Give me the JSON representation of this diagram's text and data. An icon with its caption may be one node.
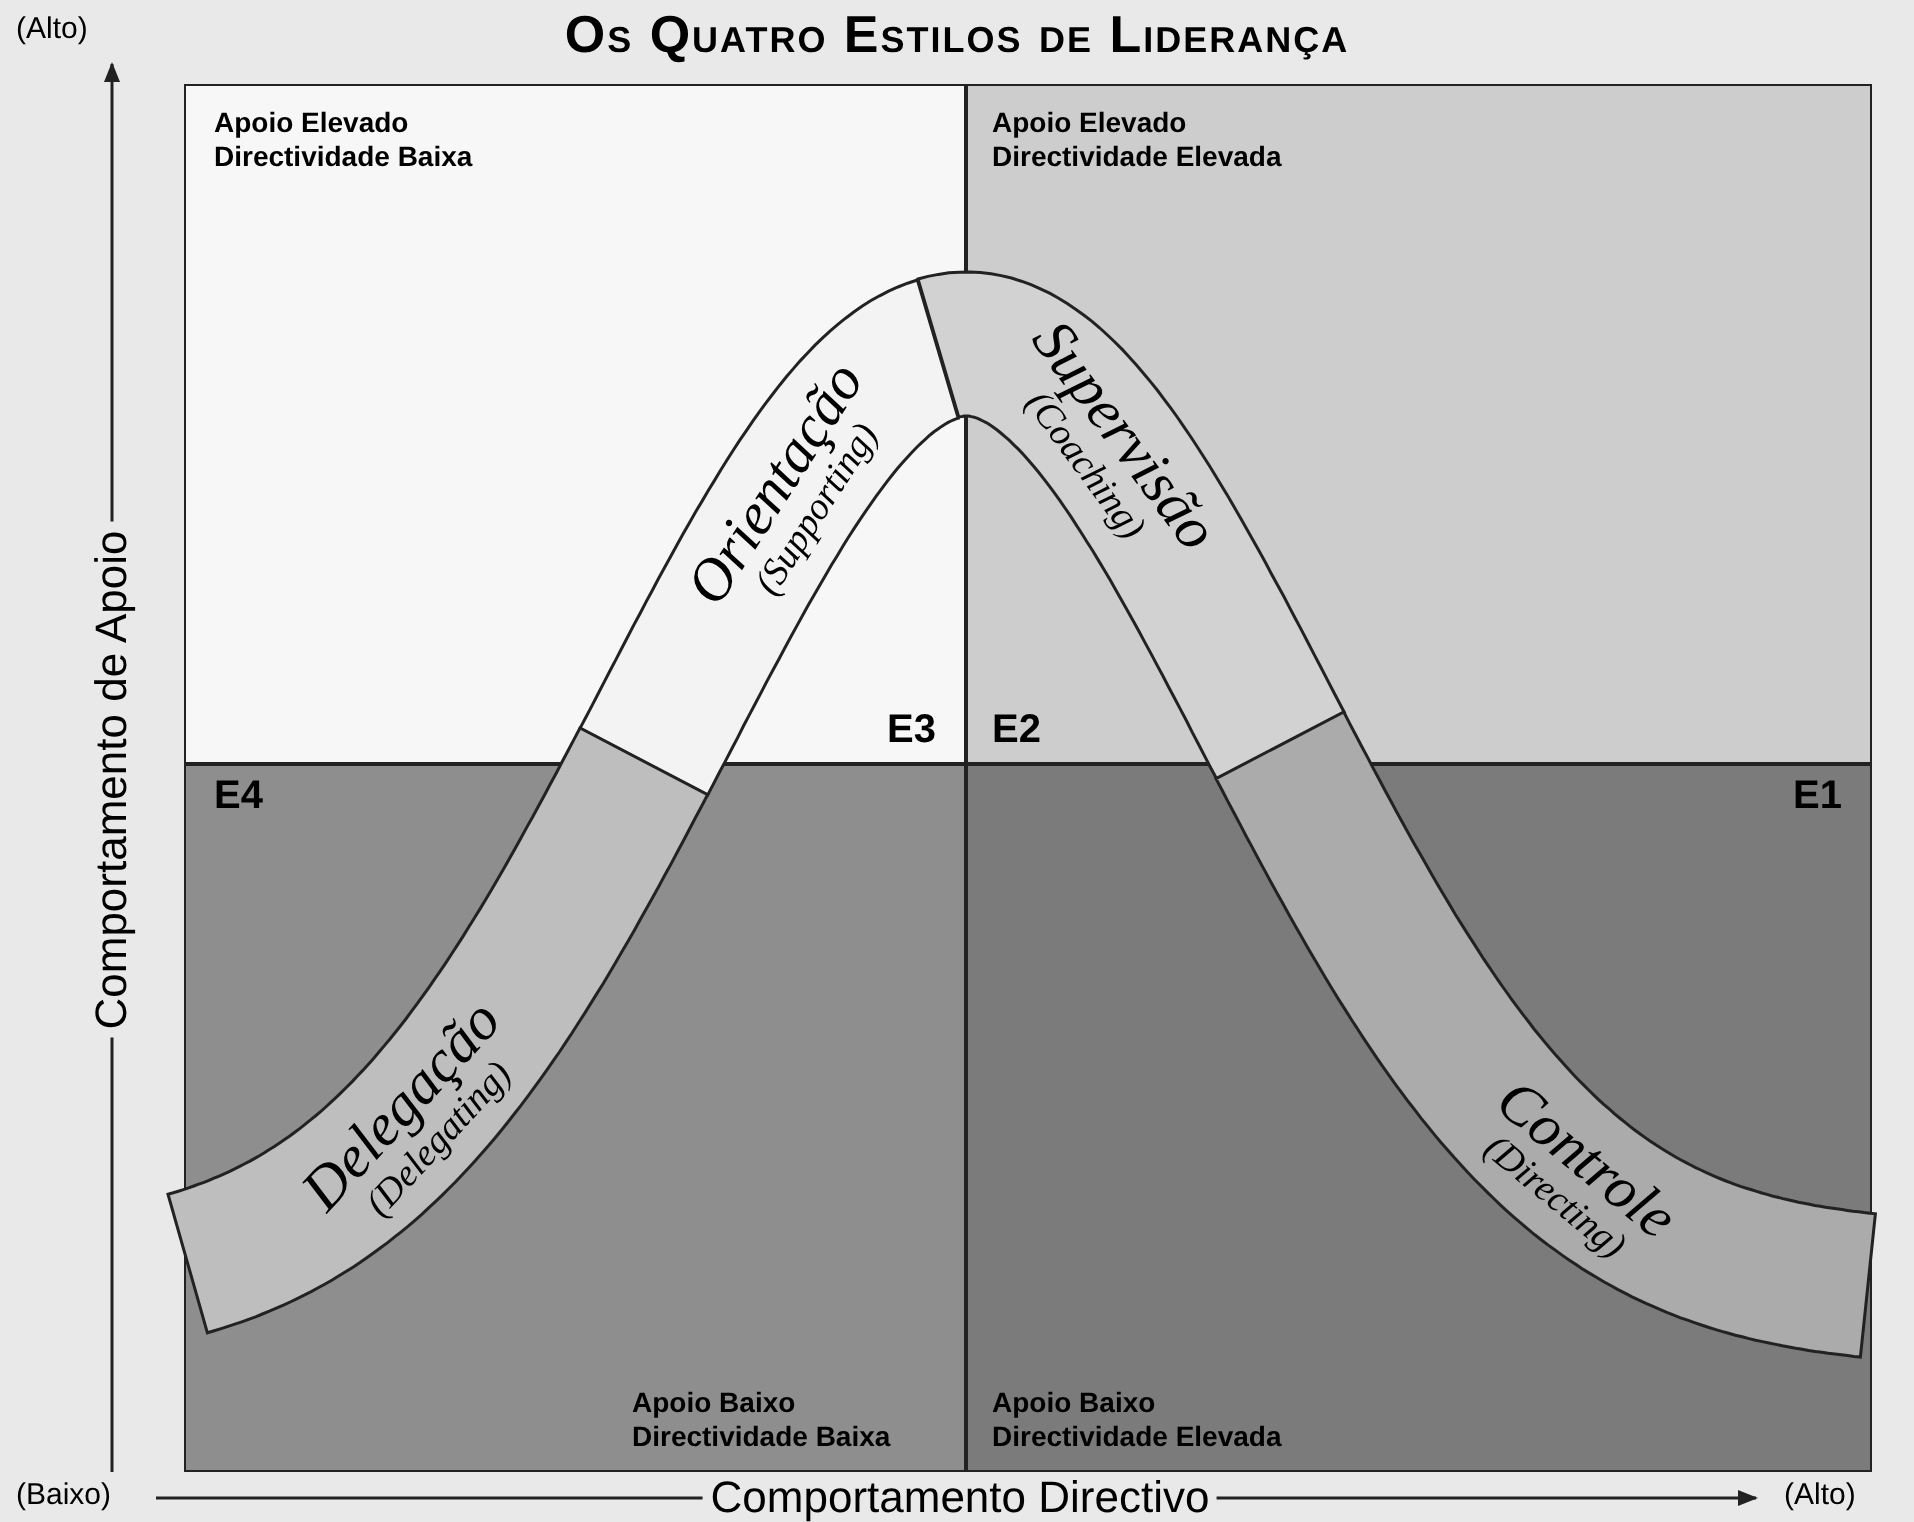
{
  "diagram": {
    "title": "Os Quatro Estilos de Liderança",
    "nodes": [
      {
        "text": [
          "Apoio Elevado Directividade Baixa",
          "E3"
        ]
      },
      {
        "text": [
          "Apoio Elevado Directividade Elevada",
          "E2"
        ]
      },
      {
        "text": [
          "Apoio Baixo Directividade Baixa",
          "E4"
        ]
      },
      {
        "text": [
          "Apoio Baixo Directividade Elevada",
          "E1"
        ]
      },
      {
        "text": [
          "Orientação",
          "(Supporting)"
        ]
      },
      {
        "text": [
          "Supervisão",
          "(Coaching)"
        ]
      },
      {
        "text": [
          "Delegação",
          "(Delegating)"
        ]
      },
      {
        "text": [
          "Controle",
          "(Directing)"
        ]
      }
    ],
    "edges": [],
    "labels": [
      "(Alto)",
      "Comportamento de Apoio",
      "(Baixo)",
      "Comportamento Directivo",
      "(Alto)"
    ]
  }
}
